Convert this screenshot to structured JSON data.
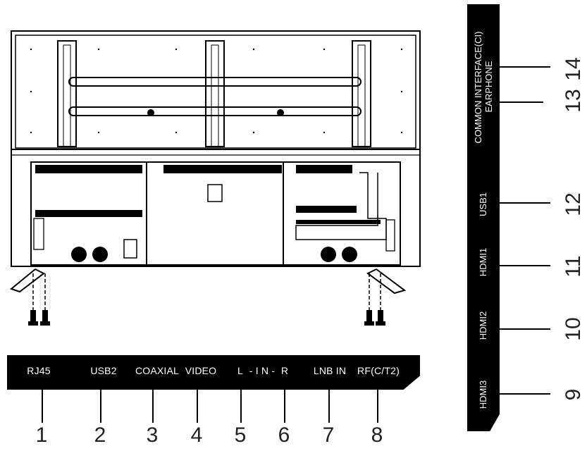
{
  "bottom_ports": [
    {
      "label": "RJ45",
      "number": "1"
    },
    {
      "label": "USB2",
      "number": "2"
    },
    {
      "label": "COAXIAL",
      "number": "3"
    },
    {
      "label": "VIDEO",
      "number": "4"
    },
    {
      "label": "L",
      "number": "5"
    },
    {
      "label": "- I N -",
      "number": ""
    },
    {
      "label": "R",
      "number": "6"
    },
    {
      "label": "LNB IN",
      "number": "7"
    },
    {
      "label": "RF(C/T2)",
      "number": "8"
    }
  ],
  "side_ports": [
    {
      "label": "COMMON INTERFACE(CI)",
      "number": "14"
    },
    {
      "label": "EARPHONE",
      "number": "13"
    },
    {
      "label": "USB1",
      "number": "12"
    },
    {
      "label": "HDMI1",
      "number": "11"
    },
    {
      "label": "HDMI2",
      "number": "10"
    },
    {
      "label": "HDMI3",
      "number": "9"
    }
  ],
  "colors": {
    "bar": "#000000",
    "label": "#ffffff",
    "line": "#000000"
  }
}
